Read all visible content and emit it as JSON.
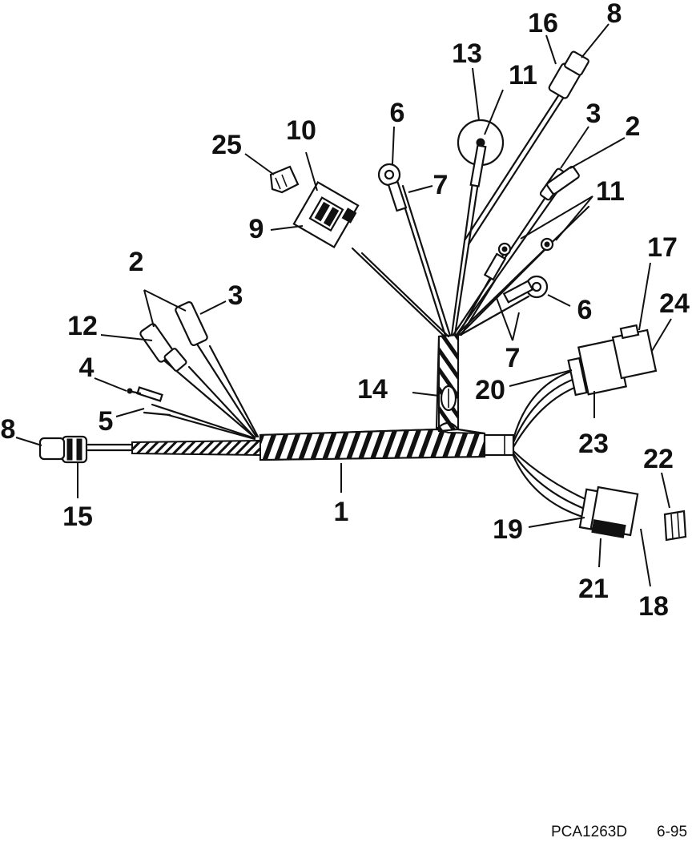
{
  "diagram": {
    "callouts": {
      "c1": "1",
      "c2a": "2",
      "c2b": "2",
      "c3a": "3",
      "c3b": "3",
      "c4": "4",
      "c5": "5",
      "c6a": "6",
      "c6b": "6",
      "c7a": "7",
      "c7b": "7",
      "c8a": "8",
      "c8b": "8",
      "c9": "9",
      "c10": "10",
      "c11a": "11",
      "c11b": "11",
      "c12": "12",
      "c13": "13",
      "c14": "14",
      "c15": "15",
      "c16": "16",
      "c17": "17",
      "c18": "18",
      "c19": "19",
      "c20": "20",
      "c21": "21",
      "c22": "22",
      "c23": "23",
      "c24": "24",
      "c25": "25"
    },
    "footer": {
      "code": "PCA1263D",
      "date": "6-95"
    }
  }
}
